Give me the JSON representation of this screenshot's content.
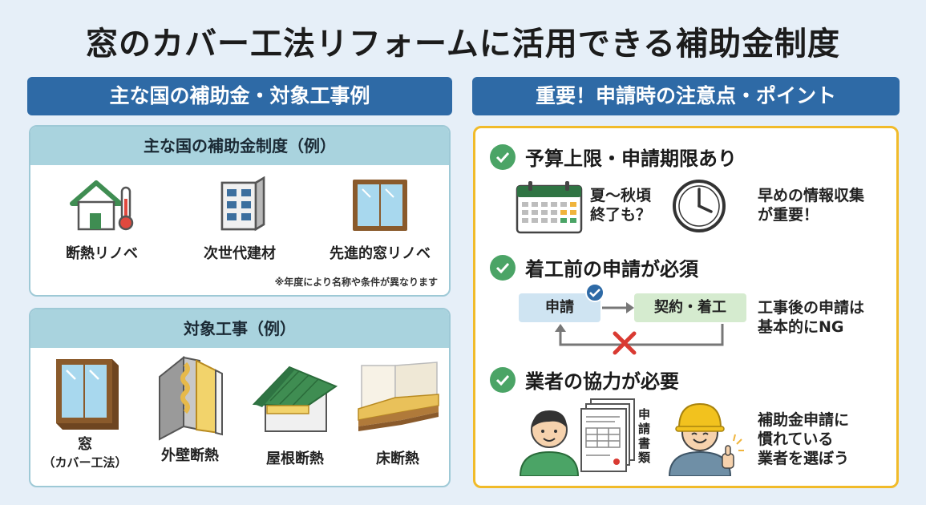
{
  "title": "窓のカバー工法リフォームに活用できる補助金制度",
  "left_header": "主な国の補助金・対象工事例",
  "right_header": "重要！申請時の注意点・ポイント",
  "programs_card": {
    "heading": "主な国の補助金制度（例）",
    "items": [
      {
        "label": "断熱リノベ",
        "icon": "house-thermometer-icon"
      },
      {
        "label": "次世代建材",
        "icon": "building-panel-icon"
      },
      {
        "label": "先進的窓リノベ",
        "icon": "window-icon"
      }
    ],
    "note": "※年度により名称や条件が異なります"
  },
  "works_card": {
    "heading": "対象工事（例）",
    "items": [
      {
        "label": "窓",
        "sub": "（カバー工法）",
        "icon": "window-frame-icon"
      },
      {
        "label": "外壁断熱",
        "icon": "wall-insulation-icon"
      },
      {
        "label": "屋根断熱",
        "icon": "roof-icon"
      },
      {
        "label": "床断熱",
        "icon": "floor-insulation-icon"
      }
    ]
  },
  "points": {
    "budget": {
      "title": "予算上限・申請期限あり",
      "calendar_text": [
        "夏〜秋頃",
        "終了も？"
      ],
      "clock_text": [
        "早めの情報収集",
        "が重要！"
      ]
    },
    "before_work": {
      "title": "着工前の申請が必須",
      "step1": "申請",
      "step2": "契約・着工",
      "note": [
        "工事後の申請は",
        "基本的にNG"
      ]
    },
    "contractor": {
      "title": "業者の協力が必要",
      "doc_label": [
        "申",
        "請",
        "書",
        "類"
      ],
      "note": [
        "補助金申請に",
        "慣れている",
        "業者を選ぼう"
      ]
    }
  },
  "colors": {
    "header_blue": "#2e6aa6",
    "card_teal": "#a9d3de",
    "accent_yellow": "#f1bb2a",
    "check_green": "#4ba466",
    "box_blue": "#cfe4f2",
    "box_green": "#d5ebcf",
    "cross_red": "#d93a32"
  }
}
